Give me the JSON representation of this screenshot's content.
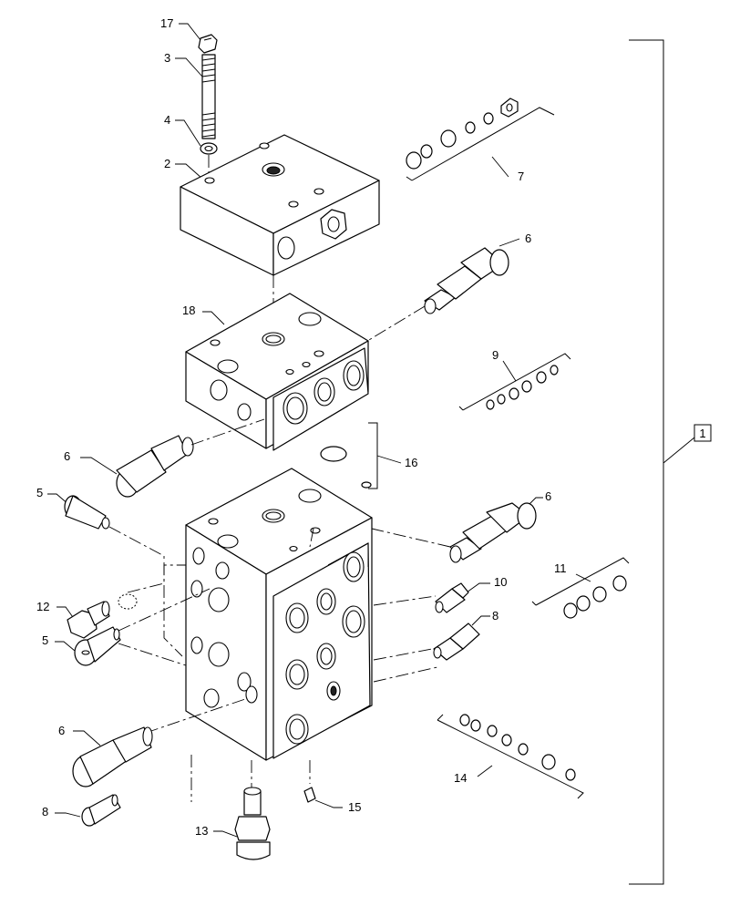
{
  "callouts": {
    "c17": "17",
    "c3": "3",
    "c4": "4",
    "c2": "2",
    "c7": "7",
    "c6a": "6",
    "c18": "18",
    "c9": "9",
    "c6b": "6",
    "c16": "16",
    "c5a": "5",
    "c6c": "6",
    "c12": "12",
    "c11": "11",
    "c10": "10",
    "c5b": "5",
    "c8a": "8",
    "c6d": "6",
    "c14": "14",
    "c8b": "8",
    "c13": "13",
    "c15": "15",
    "c1": "1"
  },
  "icons": [
    "hex-nut-icon",
    "stud-bolt-icon",
    "washer-icon",
    "valve-body-icon",
    "relief-cartridge-icon",
    "seal-ring-icon",
    "plug-icon"
  ]
}
